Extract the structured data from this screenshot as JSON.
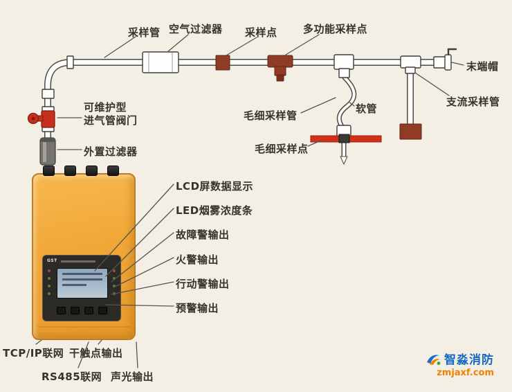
{
  "labels": {
    "sampling_pipe": "采样管",
    "air_filter": "空气过滤器",
    "sampling_point": "采样点",
    "multi_function_sampling_point": "多功能采样点",
    "end_cap": "末端帽",
    "branch_sampling_pipe": "支流采样管",
    "soft_tube": "软管",
    "capillary_sampling_tube": "毛细采样管",
    "capillary_sampling_point": "毛细采样点",
    "valve_line1": "可维护型",
    "valve_line2": "进气管阀门",
    "external_filter": "外置过滤器",
    "lcd_display": "LCD屏数据显示",
    "led_smoke_bar": "LED烟雾浓度条",
    "fault_alarm_output": "故障警输出",
    "fire_alarm_output": "火警输出",
    "action_alarm_output": "行动警输出",
    "prewarning_output": "预警输出",
    "tcpip_network": "TCP/IP联网",
    "dry_contact_output": "干触点输出",
    "rs485_network": "RS485联网",
    "sound_light_output": "声光输出"
  },
  "device": {
    "panel_brand": "GST"
  },
  "logo": {
    "name": "智淼消防",
    "site": "zmjaxf.com"
  },
  "colors": {
    "background": "#f4efe4",
    "device_orange": "#f0a737",
    "component_dark_red": "#8f3b25",
    "component_bright_red": "#d3301b",
    "logo_blue": "#1568c4",
    "logo_orange": "#ef8200"
  }
}
